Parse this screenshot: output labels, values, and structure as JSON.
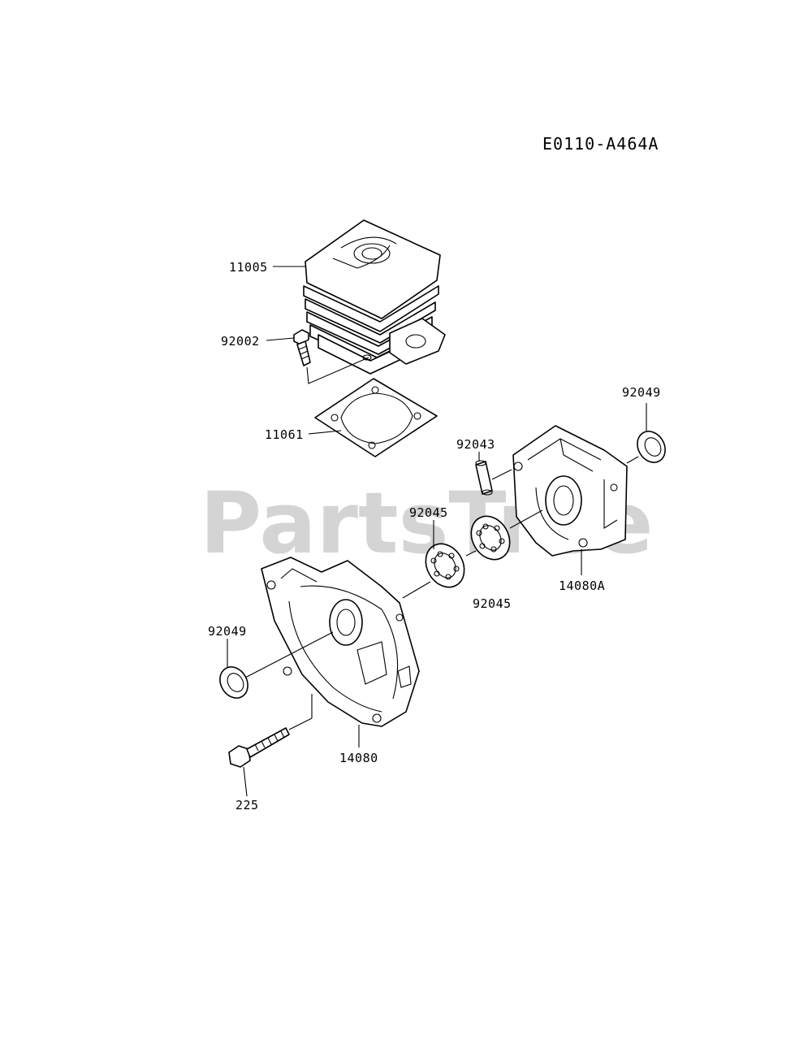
{
  "diagram_code": "E0110-A464A",
  "watermark": {
    "text": "PartsTree",
    "color": "#d4d4d4"
  },
  "callouts": [
    {
      "id": "cylinder",
      "label": "11005"
    },
    {
      "id": "cylinder-bolt",
      "label": "92002"
    },
    {
      "id": "cylinder-gasket",
      "label": "11061"
    },
    {
      "id": "dowel-pin",
      "label": "92043"
    },
    {
      "id": "oil-seal-right",
      "label": "92049"
    },
    {
      "id": "bearing-upper",
      "label": "92045"
    },
    {
      "id": "bearing-lower",
      "label": "92045"
    },
    {
      "id": "crankcase-right",
      "label": "14080A"
    },
    {
      "id": "oil-seal-left",
      "label": "92049"
    },
    {
      "id": "crankcase-left",
      "label": "14080"
    },
    {
      "id": "crankcase-screw",
      "label": "225"
    }
  ],
  "colors": {
    "line": "#000000",
    "background": "#ffffff"
  }
}
